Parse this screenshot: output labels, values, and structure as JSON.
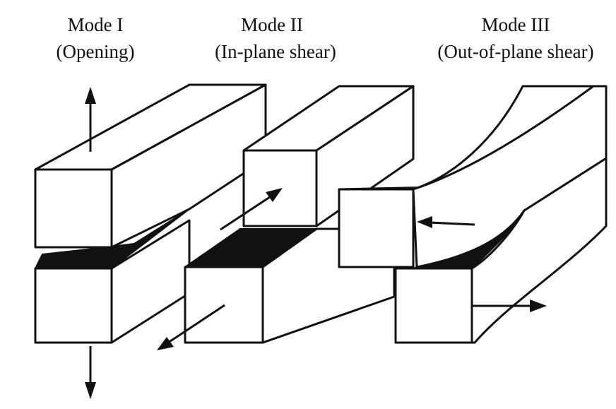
{
  "modes": [
    {
      "title": "Mode I",
      "subtitle": "(Opening)"
    },
    {
      "title": "Mode II",
      "subtitle": "(In-plane shear)"
    },
    {
      "title": "Mode III",
      "subtitle": "(Out-of-plane shear)"
    }
  ],
  "colors": {
    "line": "#111111",
    "fill": "#ffffff",
    "crack": "#111111"
  }
}
